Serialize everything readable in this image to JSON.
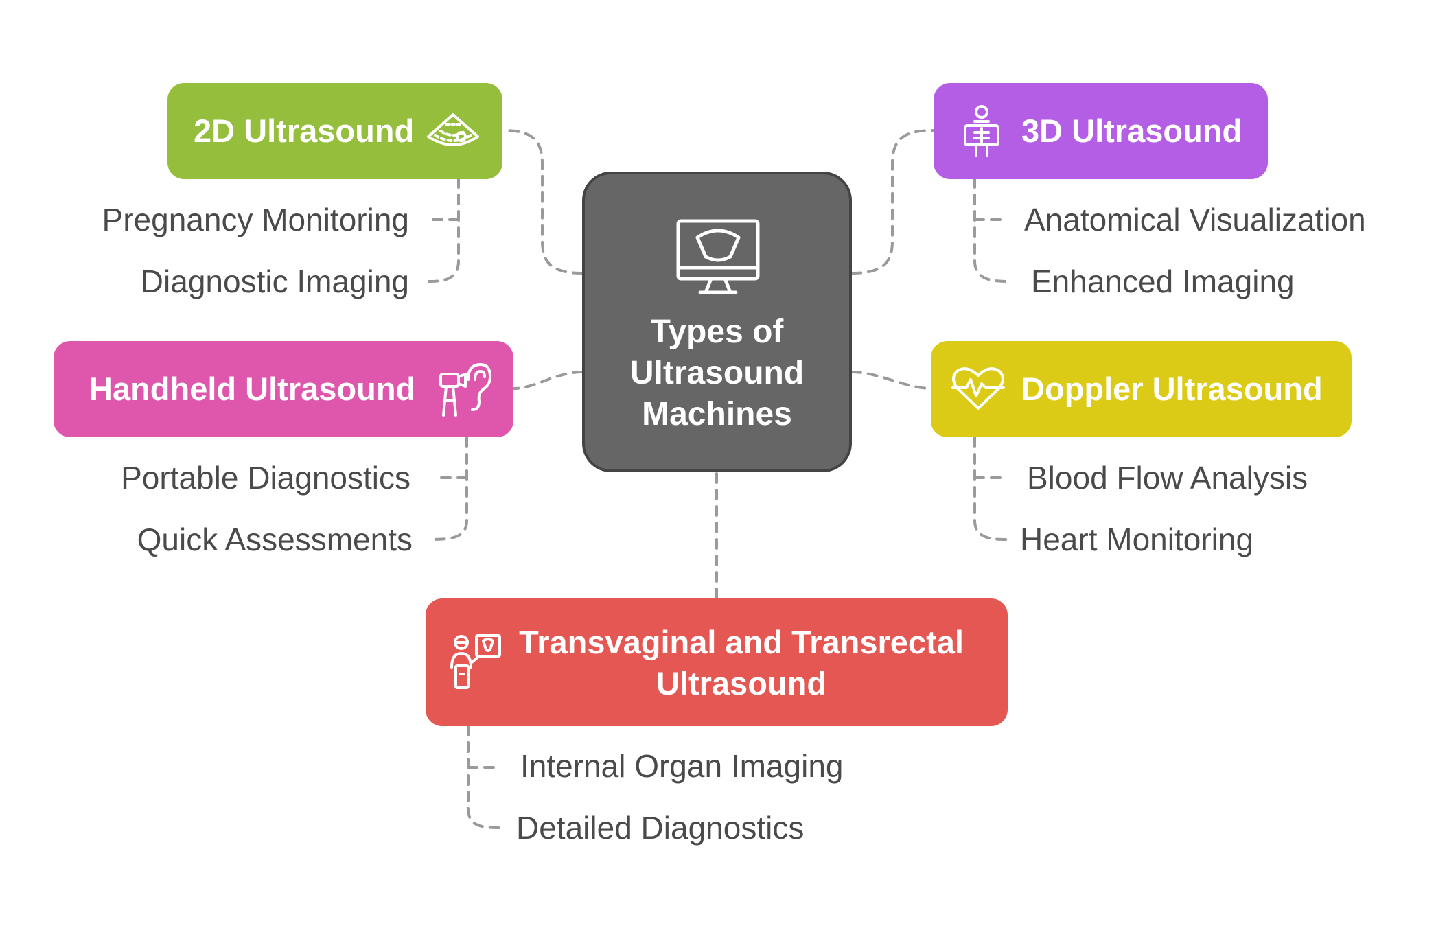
{
  "center": {
    "title_lines": [
      "Types of",
      "Ultrasound",
      "Machines"
    ],
    "icon": "ultrasound-monitor-icon",
    "color": "#666666"
  },
  "nodes": [
    {
      "id": "2d",
      "label": "2D Ultrasound",
      "color": "#94be3b",
      "icon": "ultrasound-scan-icon",
      "subitems": [
        "Pregnancy Monitoring",
        "Diagnostic Imaging"
      ]
    },
    {
      "id": "3d",
      "label": "3D Ultrasound",
      "color": "#b45ee5",
      "icon": "patient-scan-icon",
      "subitems": [
        "Anatomical Visualization",
        "Enhanced Imaging"
      ]
    },
    {
      "id": "handheld",
      "label": "Handheld Ultrasound",
      "color": "#df57ad",
      "icon": "ear-probe-icon",
      "subitems": [
        "Portable Diagnostics",
        "Quick Assessments"
      ]
    },
    {
      "id": "doppler",
      "label": "Doppler Ultrasound",
      "color": "#dccb16",
      "icon": "heartbeat-icon",
      "subitems": [
        "Blood Flow Analysis",
        "Heart Monitoring"
      ]
    },
    {
      "id": "transvaginal",
      "label_lines": [
        "Transvaginal and Transrectal",
        "Ultrasound"
      ],
      "color": "#e55753",
      "icon": "doctor-screen-icon",
      "subitems": [
        "Internal Organ Imaging",
        "Detailed Diagnostics"
      ]
    }
  ],
  "connector_color": "#9a9a9a",
  "subitem_text_color": "#4a4a4a"
}
